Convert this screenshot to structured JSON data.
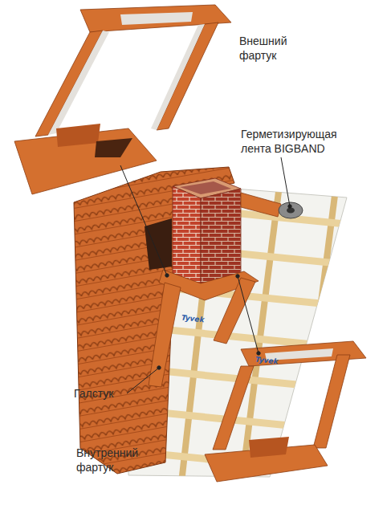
{
  "diagram": {
    "labels": [
      "Внешний фартук",
      "Герметизирующая лента BIGBAND",
      "Tyvek",
      "Tyvek",
      "Галстук",
      "Внутренний фартук"
    ]
  }
}
